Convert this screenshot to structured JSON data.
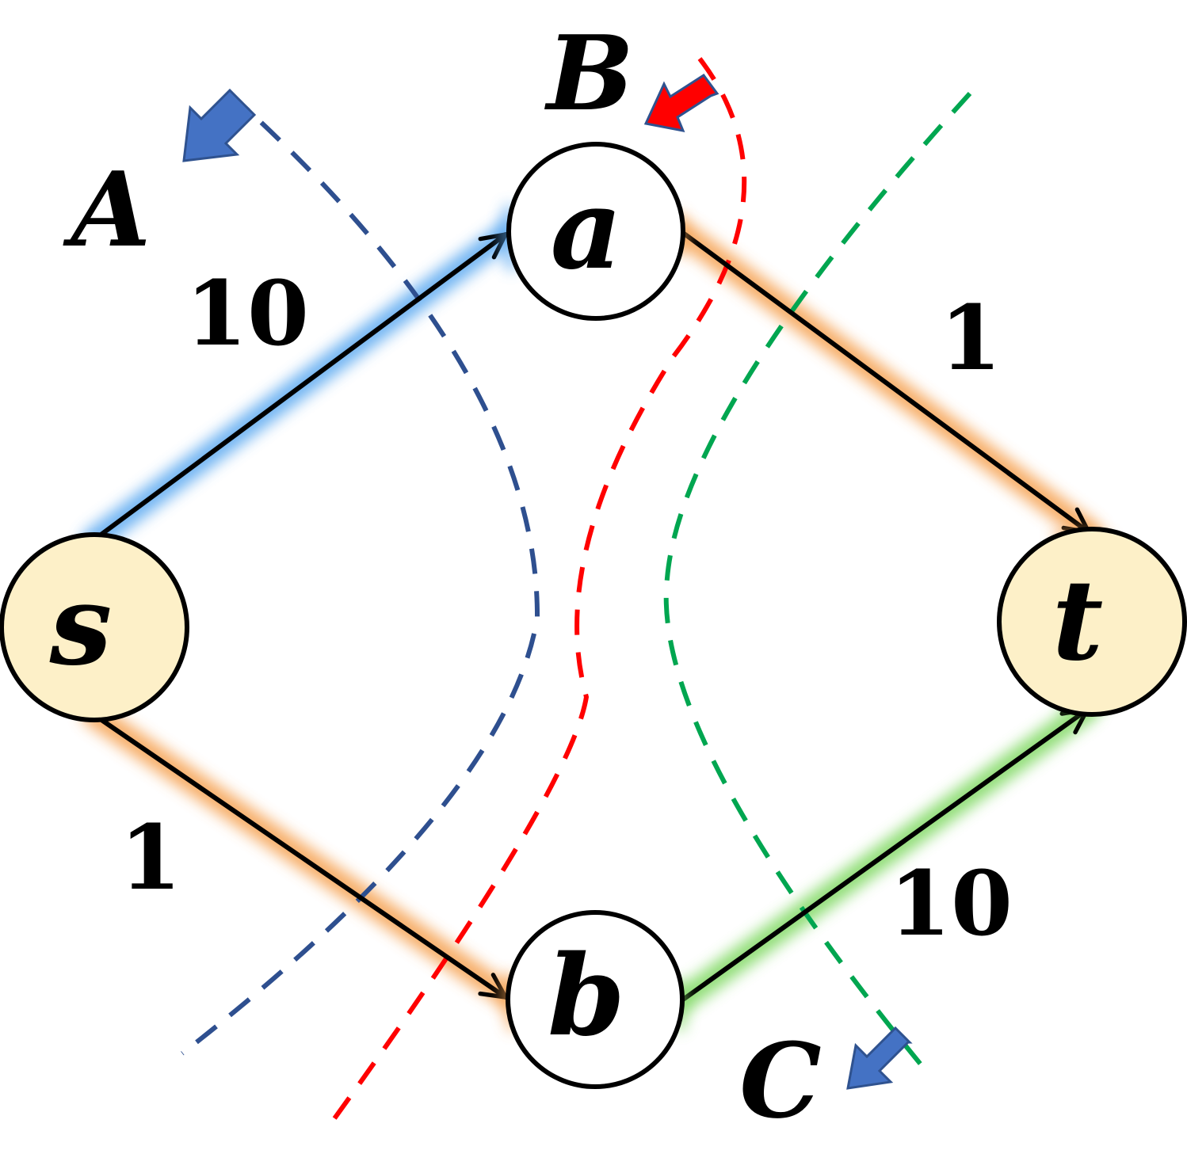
{
  "nodes": {
    "s": {
      "label": "s",
      "fill": "#fdf0c8"
    },
    "a": {
      "label": "a",
      "fill": "#ffffff"
    },
    "b": {
      "label": "b",
      "fill": "#ffffff"
    },
    "t": {
      "label": "t",
      "fill": "#fdf0c8"
    }
  },
  "edges": {
    "s_a": {
      "weight": "10",
      "glow": "#5aa8f0"
    },
    "a_t": {
      "weight": "1",
      "glow": "#f5a050"
    },
    "s_b": {
      "weight": "1",
      "glow": "#f5a050"
    },
    "b_t": {
      "weight": "10",
      "glow": "#7ed860"
    }
  },
  "cuts": {
    "A": {
      "label": "A",
      "color": "#2e4f8f",
      "arrow_color": "#4472c4"
    },
    "B": {
      "label": "B",
      "color": "#ff0000",
      "arrow_color": "#ff0000"
    },
    "C": {
      "label": "C",
      "color": "#00a650",
      "arrow_color": "#4472c4"
    }
  }
}
